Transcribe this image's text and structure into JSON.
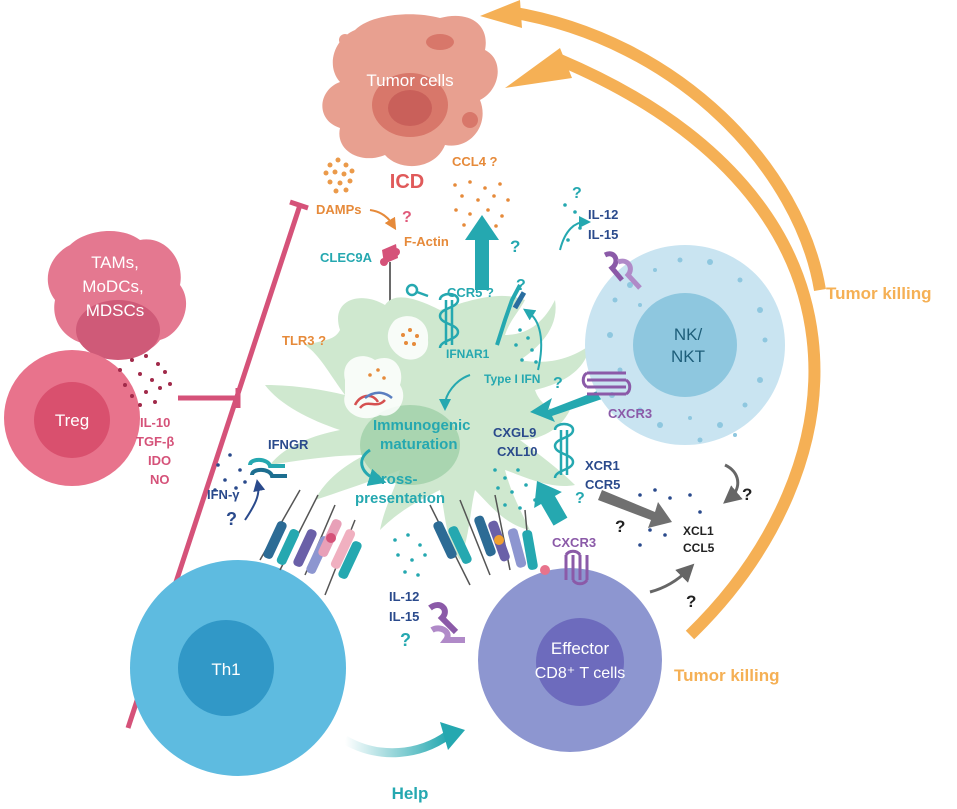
{
  "labels": {
    "tumor_cells": "Tumor cells",
    "icd": "ICD",
    "damps": "DAMPs",
    "f_actin": "F-Actin",
    "clec9a": "CLEC9A",
    "ccl4": "CCL4 ?",
    "ccr5_q": "CCR5 ?",
    "il12_nk": "IL-12",
    "il15_nk": "IL-15",
    "tams": "TAMs,",
    "modcs": "MoDCs,",
    "mdscs": "MDSCs",
    "treg": "Treg",
    "il10": "IL-10",
    "tgfb": "TGF-β",
    "ido": "IDO",
    "no": "NO",
    "tlr3": "TLR3 ?",
    "ifnar1": "IFNAR1",
    "type1_ifn": "Type I IFN",
    "immunogenic": "Immunogenic",
    "maturation": "maturation",
    "cross": "Cross-",
    "presentation": "presentation",
    "ifngr": "IFNGR",
    "ifng": "IFN-γ",
    "cxcl9": "CXGL9",
    "cxcl10": "CXL10",
    "cxcr3_nk": "CXCR3",
    "xcr1": "XCR1",
    "ccr5": "CCR5",
    "xcl1": "XCL1",
    "ccl5": "CCL5",
    "nk1": "NK/",
    "nk2": "NKT",
    "tumor_killing_top": "Tumor killing",
    "tumor_killing_bottom": "Tumor killing",
    "cxcr3_t": "CXCR3",
    "il12_t": "IL-12",
    "il15_t": "IL-15",
    "th1": "Th1",
    "effector": "Effector",
    "cd8": "CD8⁺ T cells",
    "help": "Help",
    "q": "?"
  },
  "colors": {
    "tumor": "#e8a090",
    "tumor_dark": "#d8776a",
    "tumor_nucleus": "#d4685e",
    "treg_outer": "#e8738c",
    "treg_inner": "#d9506e",
    "tams_fill": "#e47890",
    "tams_inner": "#cf5a78",
    "dc_body": "#cfe8cf",
    "dc_nucleus": "#9fd0a8",
    "nk_outer": "#c9e4f1",
    "nk_inner": "#8ec7df",
    "th1_outer": "#5ebbe0",
    "th1_inner": "#3198c7",
    "cd8_outer": "#8d96d0",
    "cd8_inner": "#6d6bbd",
    "teal": "#25a8b0",
    "orange": "#f5b055",
    "pink_line": "#d55279",
    "purple": "#8b5aa8",
    "navy": "#2a4a8c",
    "grey": "#707070"
  }
}
